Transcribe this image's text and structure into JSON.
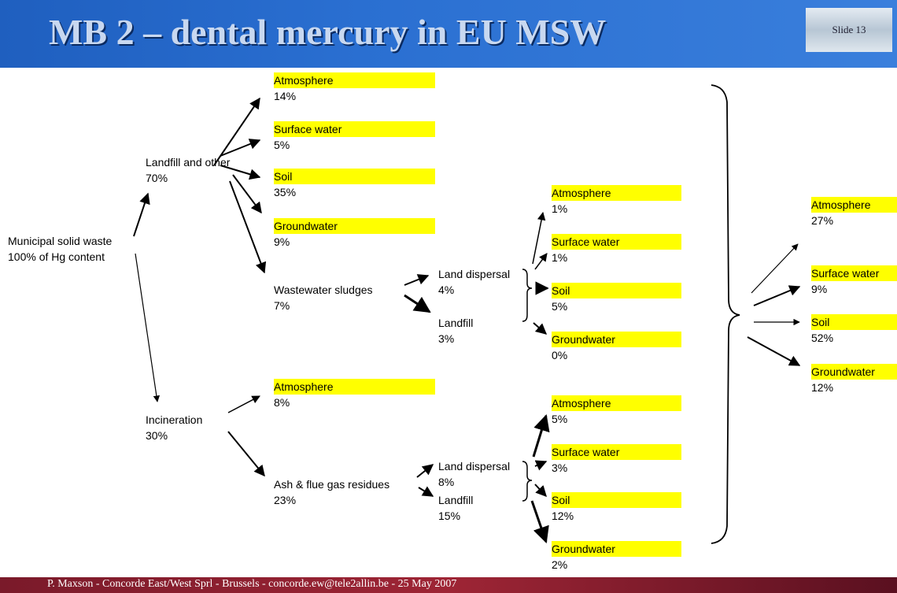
{
  "header": {
    "title": "MB 2 – dental mercury in EU MSW",
    "slide": "Slide 13"
  },
  "footer": {
    "text": "P. Maxson - Concorde East/West Sprl - Brussels - concorde.ew@tele2allin.be - 25 May 2007"
  },
  "root": {
    "name": "Municipal solid waste",
    "value": "100% of Hg content"
  },
  "landfill": {
    "name": "Landfill and other",
    "value": "70%"
  },
  "incineration": {
    "name": "Incineration",
    "value": "30%"
  },
  "lf_targets": [
    {
      "name": "Atmosphere",
      "value": "14%"
    },
    {
      "name": "Surface water",
      "value": "5%"
    },
    {
      "name": "Soil",
      "value": "35%"
    },
    {
      "name": "Groundwater",
      "value": "9%"
    }
  ],
  "wastewater": {
    "name": "Wastewater sludges",
    "value": "7%"
  },
  "ww_disp": {
    "name": "Land dispersal",
    "value": "4%"
  },
  "ww_lf": {
    "name": "Landfill",
    "value": "3%"
  },
  "ww_targets": [
    {
      "name": "Atmosphere",
      "value": "1%"
    },
    {
      "name": "Surface water",
      "value": "1%"
    },
    {
      "name": "Soil",
      "value": "5%"
    },
    {
      "name": "Groundwater",
      "value": "0%"
    }
  ],
  "inc_atm": {
    "name": "Atmosphere",
    "value": "8%"
  },
  "ash": {
    "name": "Ash & flue gas residues",
    "value": "23%"
  },
  "ash_disp": {
    "name": "Land dispersal",
    "value": "8%"
  },
  "ash_lf": {
    "name": "Landfill",
    "value": "15%"
  },
  "ash_targets": [
    {
      "name": "Atmosphere",
      "value": "5%"
    },
    {
      "name": "Surface water",
      "value": "3%"
    },
    {
      "name": "Soil",
      "value": "12%"
    },
    {
      "name": "Groundwater",
      "value": "2%"
    }
  ],
  "totals": [
    {
      "name": "Atmosphere",
      "value": "27%"
    },
    {
      "name": "Surface water",
      "value": "9%"
    },
    {
      "name": "Soil",
      "value": "52%"
    },
    {
      "name": "Groundwater",
      "value": "12%"
    }
  ],
  "colors": {
    "highlight": "#ffff00",
    "header": "#2a6fd1",
    "footer": "#9e2535"
  }
}
